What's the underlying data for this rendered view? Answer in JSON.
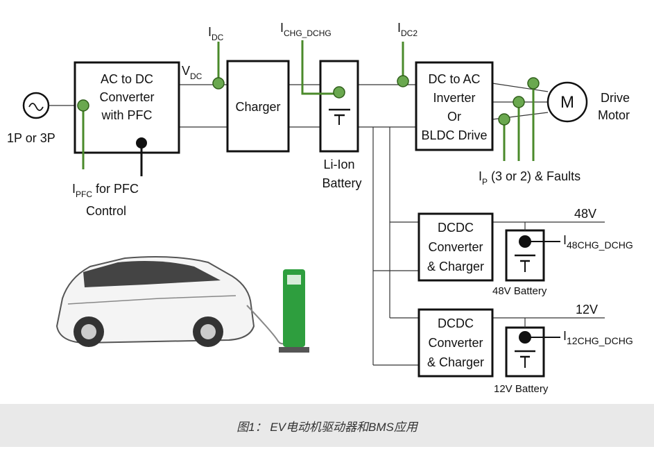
{
  "source_label": "1P or 3P",
  "blocks": {
    "pfc": [
      "AC to DC",
      "Converter",
      "with PFC"
    ],
    "charger": "Charger",
    "battery_label": [
      "Li-Ion",
      "Battery"
    ],
    "inverter": [
      "DC to AC",
      "Inverter",
      "Or",
      "BLDC Drive"
    ],
    "motor_symbol": "M",
    "motor_label": [
      "Drive",
      "Motor"
    ],
    "dcdc48": [
      "DCDC",
      "Converter",
      "& Charger"
    ],
    "dcdc12": [
      "DCDC",
      "Converter",
      "& Charger"
    ],
    "bat48_label": "48V Battery",
    "bat12_label": "12V Battery",
    "rail48": "48V",
    "rail12": "12V"
  },
  "signals": {
    "idc": {
      "main": "I",
      "sub": "DC"
    },
    "vdc": {
      "main": "V",
      "sub": "DC"
    },
    "ichg": {
      "main": "I",
      "sub": "CHG_DCHG"
    },
    "idc2": {
      "main": "I",
      "sub": "DC2"
    },
    "ipfc": {
      "main": "I",
      "sub": "PFC",
      "rest": " for PFC",
      "line2": "Control"
    },
    "ip": {
      "main": "I",
      "sub": "P",
      "rest": " (3 or 2) & Faults"
    },
    "i48": {
      "main": "I",
      "sub": "48CHG_DCHG"
    },
    "i12": {
      "main": "I",
      "sub": "12CHG_DCHG"
    }
  },
  "colors": {
    "sensor_green": "#6aa84f",
    "charger_green": "#2e9e3e"
  },
  "caption": "图1： EV电动机驱动器和BMS应用"
}
